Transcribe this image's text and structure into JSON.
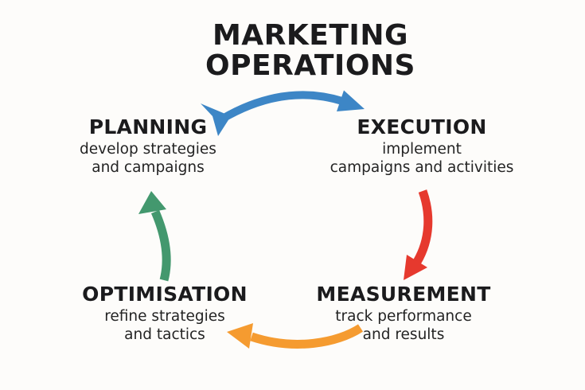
{
  "title": {
    "line1": "MARKETING",
    "line2": "OPERATIONS"
  },
  "stages": [
    {
      "id": "planning",
      "label": "PLANNING",
      "desc_line1": "develop strategies",
      "desc_line2": "and campaigns"
    },
    {
      "id": "execution",
      "label": "EXECUTION",
      "desc_line1": "implement",
      "desc_line2": "campaigns and activities"
    },
    {
      "id": "measurement",
      "label": "MEASUREMENT",
      "desc_line1": "track performance",
      "desc_line2": "and results"
    },
    {
      "id": "optimisation",
      "label": "OPTIMISATION",
      "desc_line1": "refine strategies",
      "desc_line2": "and tactics"
    }
  ],
  "arrows": [
    {
      "name": "planning-to-execution",
      "color": "#3d86c6"
    },
    {
      "name": "execution-to-measurement",
      "color": "#e6392e"
    },
    {
      "name": "measurement-to-optimisation",
      "color": "#f59b30"
    },
    {
      "name": "optimisation-to-planning",
      "color": "#43986e"
    }
  ],
  "colors": {
    "background": "#fdfcfa",
    "heading_text": "#1b1b1d",
    "body_text": "#242424"
  }
}
